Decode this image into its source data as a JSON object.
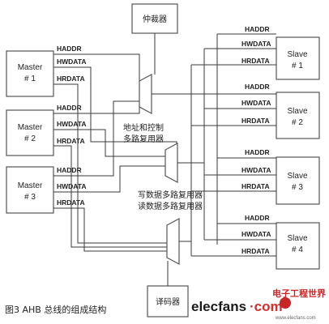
{
  "arbiter": "仲裁器",
  "decoder": "译码器",
  "masters": [
    {
      "name": "Master",
      "num": "# 1"
    },
    {
      "name": "Master",
      "num": "# 2"
    },
    {
      "name": "Master",
      "num": "# 3"
    }
  ],
  "slaves": [
    {
      "name": "Slave",
      "num": "# 1"
    },
    {
      "name": "Slave",
      "num": "# 2"
    },
    {
      "name": "Slave",
      "num": "# 3"
    },
    {
      "name": "Slave",
      "num": "# 4"
    }
  ],
  "signals": {
    "haddr": "HADDR",
    "hwdata": "HWDATA",
    "hrdata": "HRDATA"
  },
  "mux_labels": {
    "addr_ctrl_1": "地址和控制",
    "addr_ctrl_2": "多路复用器",
    "write_mux": "写数据多路复用器",
    "read_mux": "读数据多路复用器"
  },
  "caption": "图3 AHB 总线的组成结构",
  "watermark": {
    "brand_a": "elecfans",
    "brand_b": "·com",
    "cn": "电子工程世界",
    "url": "www.elecfans.com"
  }
}
